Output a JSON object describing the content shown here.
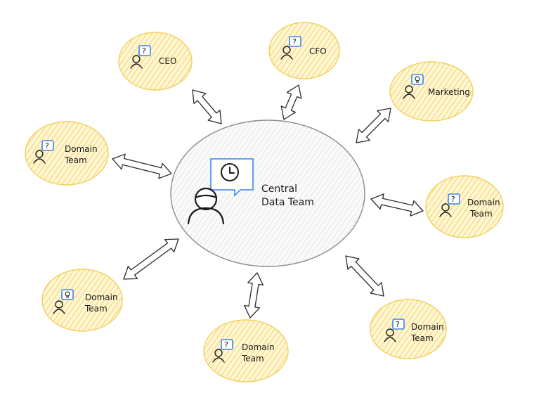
{
  "diagram": {
    "center": {
      "label_line1": "Central",
      "label_line2": "Data Team",
      "fill": "#f2f2f2",
      "stroke": "#999999",
      "icon": "person-with-clock-bubble-icon"
    },
    "node_style": {
      "fill": "#fde9a4",
      "stroke": "#f2cf5b",
      "bubble": "#3a86e8"
    },
    "nodes": [
      {
        "id": "ceo",
        "line1": "CEO",
        "line2": "",
        "icon": "person-question-icon"
      },
      {
        "id": "cfo",
        "line1": "CFO",
        "line2": "",
        "icon": "person-question-icon"
      },
      {
        "id": "marketing",
        "line1": "Marketing",
        "line2": "",
        "icon": "person-idea-icon"
      },
      {
        "id": "domain-1",
        "line1": "Domain",
        "line2": "Team",
        "icon": "person-question-icon"
      },
      {
        "id": "domain-2",
        "line1": "Domain",
        "line2": "Team",
        "icon": "person-question-icon"
      },
      {
        "id": "domain-3",
        "line1": "Domain",
        "line2": "Team",
        "icon": "person-idea-icon"
      },
      {
        "id": "domain-4",
        "line1": "Domain",
        "line2": "Team",
        "icon": "person-question-icon"
      },
      {
        "id": "domain-5",
        "line1": "Domain",
        "line2": "Team",
        "icon": "person-question-icon"
      }
    ]
  }
}
